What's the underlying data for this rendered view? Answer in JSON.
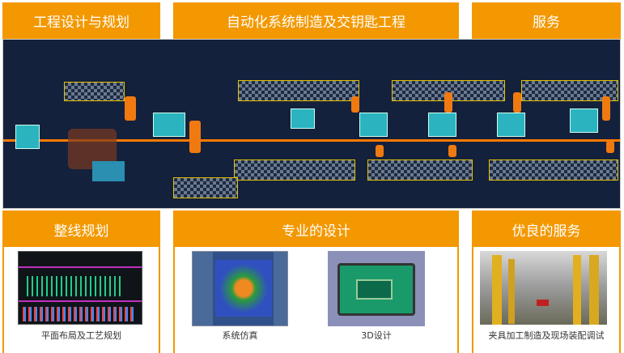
{
  "top_headers": [
    "工程设计与规划",
    "自动化系统制造及交钥匙工程",
    "服务"
  ],
  "sections": [
    {
      "title": "整线规划",
      "items": [
        {
          "caption": "平面布局及工艺规划"
        }
      ]
    },
    {
      "title": "专业的设计",
      "items": [
        {
          "caption": "系统仿真"
        },
        {
          "caption": "3D设计"
        }
      ]
    },
    {
      "title": "优良的服务",
      "items": [
        {
          "caption": "夹具加工制造及现场装配调试"
        }
      ]
    }
  ],
  "colors": {
    "accent": "#f39800",
    "panel": "#14213d"
  }
}
